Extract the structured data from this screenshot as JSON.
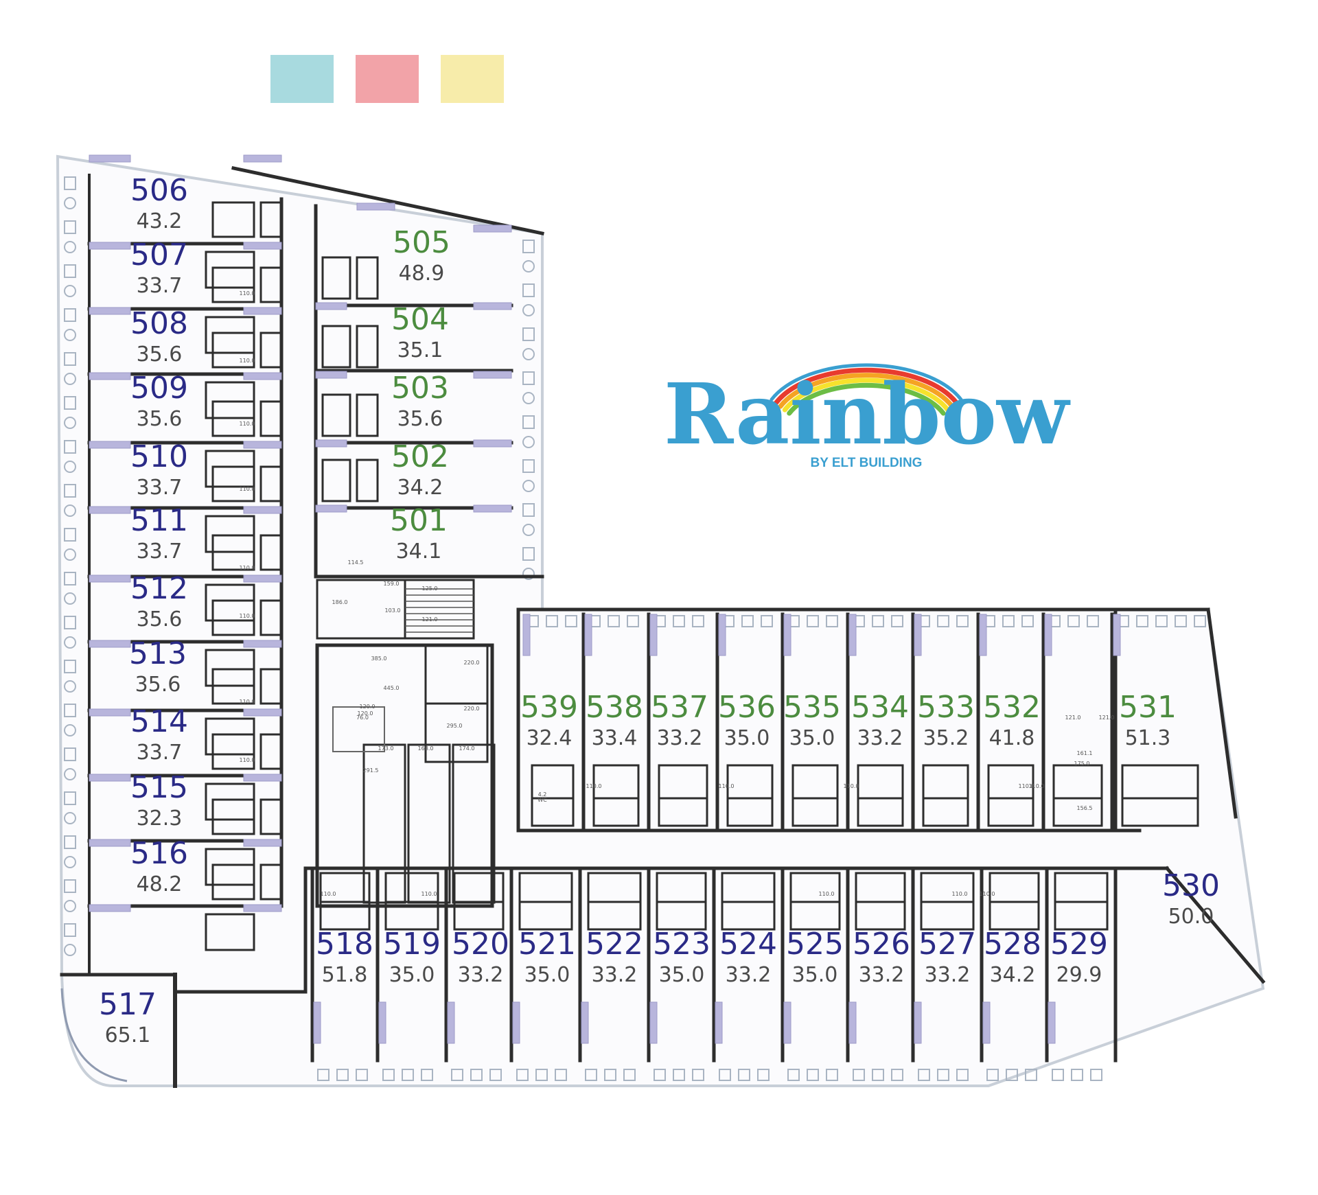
{
  "legend": {
    "swatches": [
      {
        "color": "#a8dadf"
      },
      {
        "color": "#f2a3a8"
      },
      {
        "color": "#f7ecaa"
      }
    ]
  },
  "logo": {
    "title": "Rainbow",
    "subtitle": "BY ELT BUILDING",
    "title_color": "#3a9fd0",
    "arc_colors": [
      "#3a9fd0",
      "#e83b2e",
      "#f5a323",
      "#f6e22d",
      "#6cbd45"
    ]
  },
  "colors": {
    "number_blue": "#2a2a86",
    "number_green": "#4c8c3f",
    "area_gray": "#4a4a4a",
    "wall": "#2d2d2d",
    "window": "#b8b5dc"
  },
  "units": [
    {
      "id": "506",
      "area": "43.2",
      "group": "blue"
    },
    {
      "id": "507",
      "area": "33.7",
      "group": "blue"
    },
    {
      "id": "508",
      "area": "35.6",
      "group": "blue"
    },
    {
      "id": "509",
      "area": "35.6",
      "group": "blue"
    },
    {
      "id": "510",
      "area": "33.7",
      "group": "blue"
    },
    {
      "id": "511",
      "area": "33.7",
      "group": "blue"
    },
    {
      "id": "512",
      "area": "35.6",
      "group": "blue"
    },
    {
      "id": "513",
      "area": "35.6",
      "group": "blue"
    },
    {
      "id": "514",
      "area": "33.7",
      "group": "blue"
    },
    {
      "id": "515",
      "area": "32.3",
      "group": "blue"
    },
    {
      "id": "516",
      "area": "48.2",
      "group": "blue"
    },
    {
      "id": "517",
      "area": "65.1",
      "group": "blue"
    },
    {
      "id": "505",
      "area": "48.9",
      "group": "green"
    },
    {
      "id": "504",
      "area": "35.1",
      "group": "green"
    },
    {
      "id": "503",
      "area": "35.6",
      "group": "green"
    },
    {
      "id": "502",
      "area": "34.2",
      "group": "green"
    },
    {
      "id": "501",
      "area": "34.1",
      "group": "green"
    },
    {
      "id": "539",
      "area": "32.4",
      "group": "green"
    },
    {
      "id": "538",
      "area": "33.4",
      "group": "green"
    },
    {
      "id": "537",
      "area": "33.2",
      "group": "green"
    },
    {
      "id": "536",
      "area": "35.0",
      "group": "green"
    },
    {
      "id": "535",
      "area": "35.0",
      "group": "green"
    },
    {
      "id": "534",
      "area": "33.2",
      "group": "green"
    },
    {
      "id": "533",
      "area": "35.2",
      "group": "green"
    },
    {
      "id": "532",
      "area": "41.8",
      "group": "green"
    },
    {
      "id": "531",
      "area": "51.3",
      "group": "green"
    },
    {
      "id": "518",
      "area": "51.8",
      "group": "blue"
    },
    {
      "id": "519",
      "area": "35.0",
      "group": "blue"
    },
    {
      "id": "520",
      "area": "33.2",
      "group": "blue"
    },
    {
      "id": "521",
      "area": "35.0",
      "group": "blue"
    },
    {
      "id": "522",
      "area": "33.2",
      "group": "blue"
    },
    {
      "id": "523",
      "area": "35.0",
      "group": "blue"
    },
    {
      "id": "524",
      "area": "33.2",
      "group": "blue"
    },
    {
      "id": "525",
      "area": "35.0",
      "group": "blue"
    },
    {
      "id": "526",
      "area": "33.2",
      "group": "blue"
    },
    {
      "id": "527",
      "area": "33.2",
      "group": "blue"
    },
    {
      "id": "528",
      "area": "34.2",
      "group": "blue"
    },
    {
      "id": "529",
      "area": "29.9",
      "group": "blue"
    },
    {
      "id": "530",
      "area": "50.0",
      "group": "blue"
    }
  ],
  "dimensions": [
    "110.0",
    "110.0",
    "110.0",
    "110.0",
    "110.0",
    "110.0",
    "110.0",
    "110.0",
    "114.5",
    "159.0",
    "186.0",
    "103.0",
    "125.0",
    "121.0",
    "120.0",
    "385.0",
    "445.0",
    "120.0",
    "76.0",
    "220.0",
    "220.0",
    "295.0",
    "173.0",
    "168.0",
    "174.0",
    "291.5",
    "110.0",
    "110.0",
    "110.0",
    "110.0",
    "110.0",
    "175.0",
    "161.1",
    "156.5",
    "121.0",
    "121.0",
    "110.0",
    "110.0",
    "110.0",
    "110.0",
    "110.0",
    "4.2",
    "WC"
  ]
}
